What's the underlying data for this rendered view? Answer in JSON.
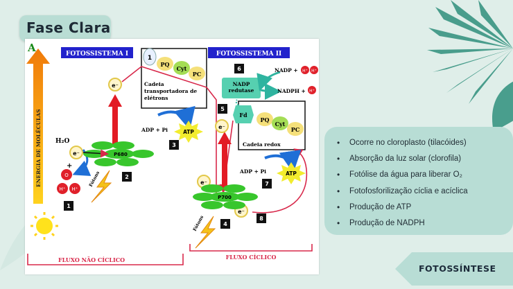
{
  "title": "Fase Clara",
  "footer_tag": "FOTOSSÍNTESE",
  "diagram": {
    "panel_letter": "A",
    "energy_axis": "ENERGIA DE MOLÉCULAS",
    "photosystem1": "FOTOSSISTEMA I",
    "photosystem2": "FOTOSSISTEMA II",
    "chain1_title": "Cadeia transportadora de elétrons",
    "chain1_num": "1",
    "pq": "PQ",
    "cyt": "Cyt",
    "pc": "PC",
    "fd": "Fd",
    "chain2_title": "Cadeia redox",
    "nadp_reductase": "NADP redutase",
    "nadp_in": "NADP +",
    "nadph_out": "NADPH +",
    "h_plus": "H⁺",
    "adp_pi": "ADP + Pi",
    "atp": "ATP",
    "h2o": "H₂O",
    "o2": "O",
    "electron": "e⁻",
    "p680": "P680",
    "p700": "P700",
    "fotons": "Fótons",
    "step_numbers": [
      "1",
      "2",
      "3",
      "4",
      "5",
      "6",
      "7",
      "8"
    ],
    "flow_noncyclic": "FLUXO NÃO CÍCLICO",
    "flow_cyclic": "FLUXO CÍCLICO"
  },
  "info_items": [
    "Ocorre no cloroplasto (tilacóides)",
    "Absorção da luz solar (clorofila)",
    "Fotólise da água para liberar O₂",
    "Fotofosforilização cíclia e acíclica",
    "Produção de ATP",
    "Produção de NADPH"
  ],
  "colors": {
    "background": "#dfeee9",
    "panel": "#b8ddd5",
    "photosystem_label_bg": "#2222cc",
    "flow_lines": "#d8284a",
    "electron_fill": "#fff5cc",
    "electron_ring": "#e2c84a",
    "thylakoid_green": "#38c62c",
    "atp_star": "#f2ec2e",
    "arrow_blue": "#1f6fd6",
    "chain_teal": "#56d0b0"
  }
}
